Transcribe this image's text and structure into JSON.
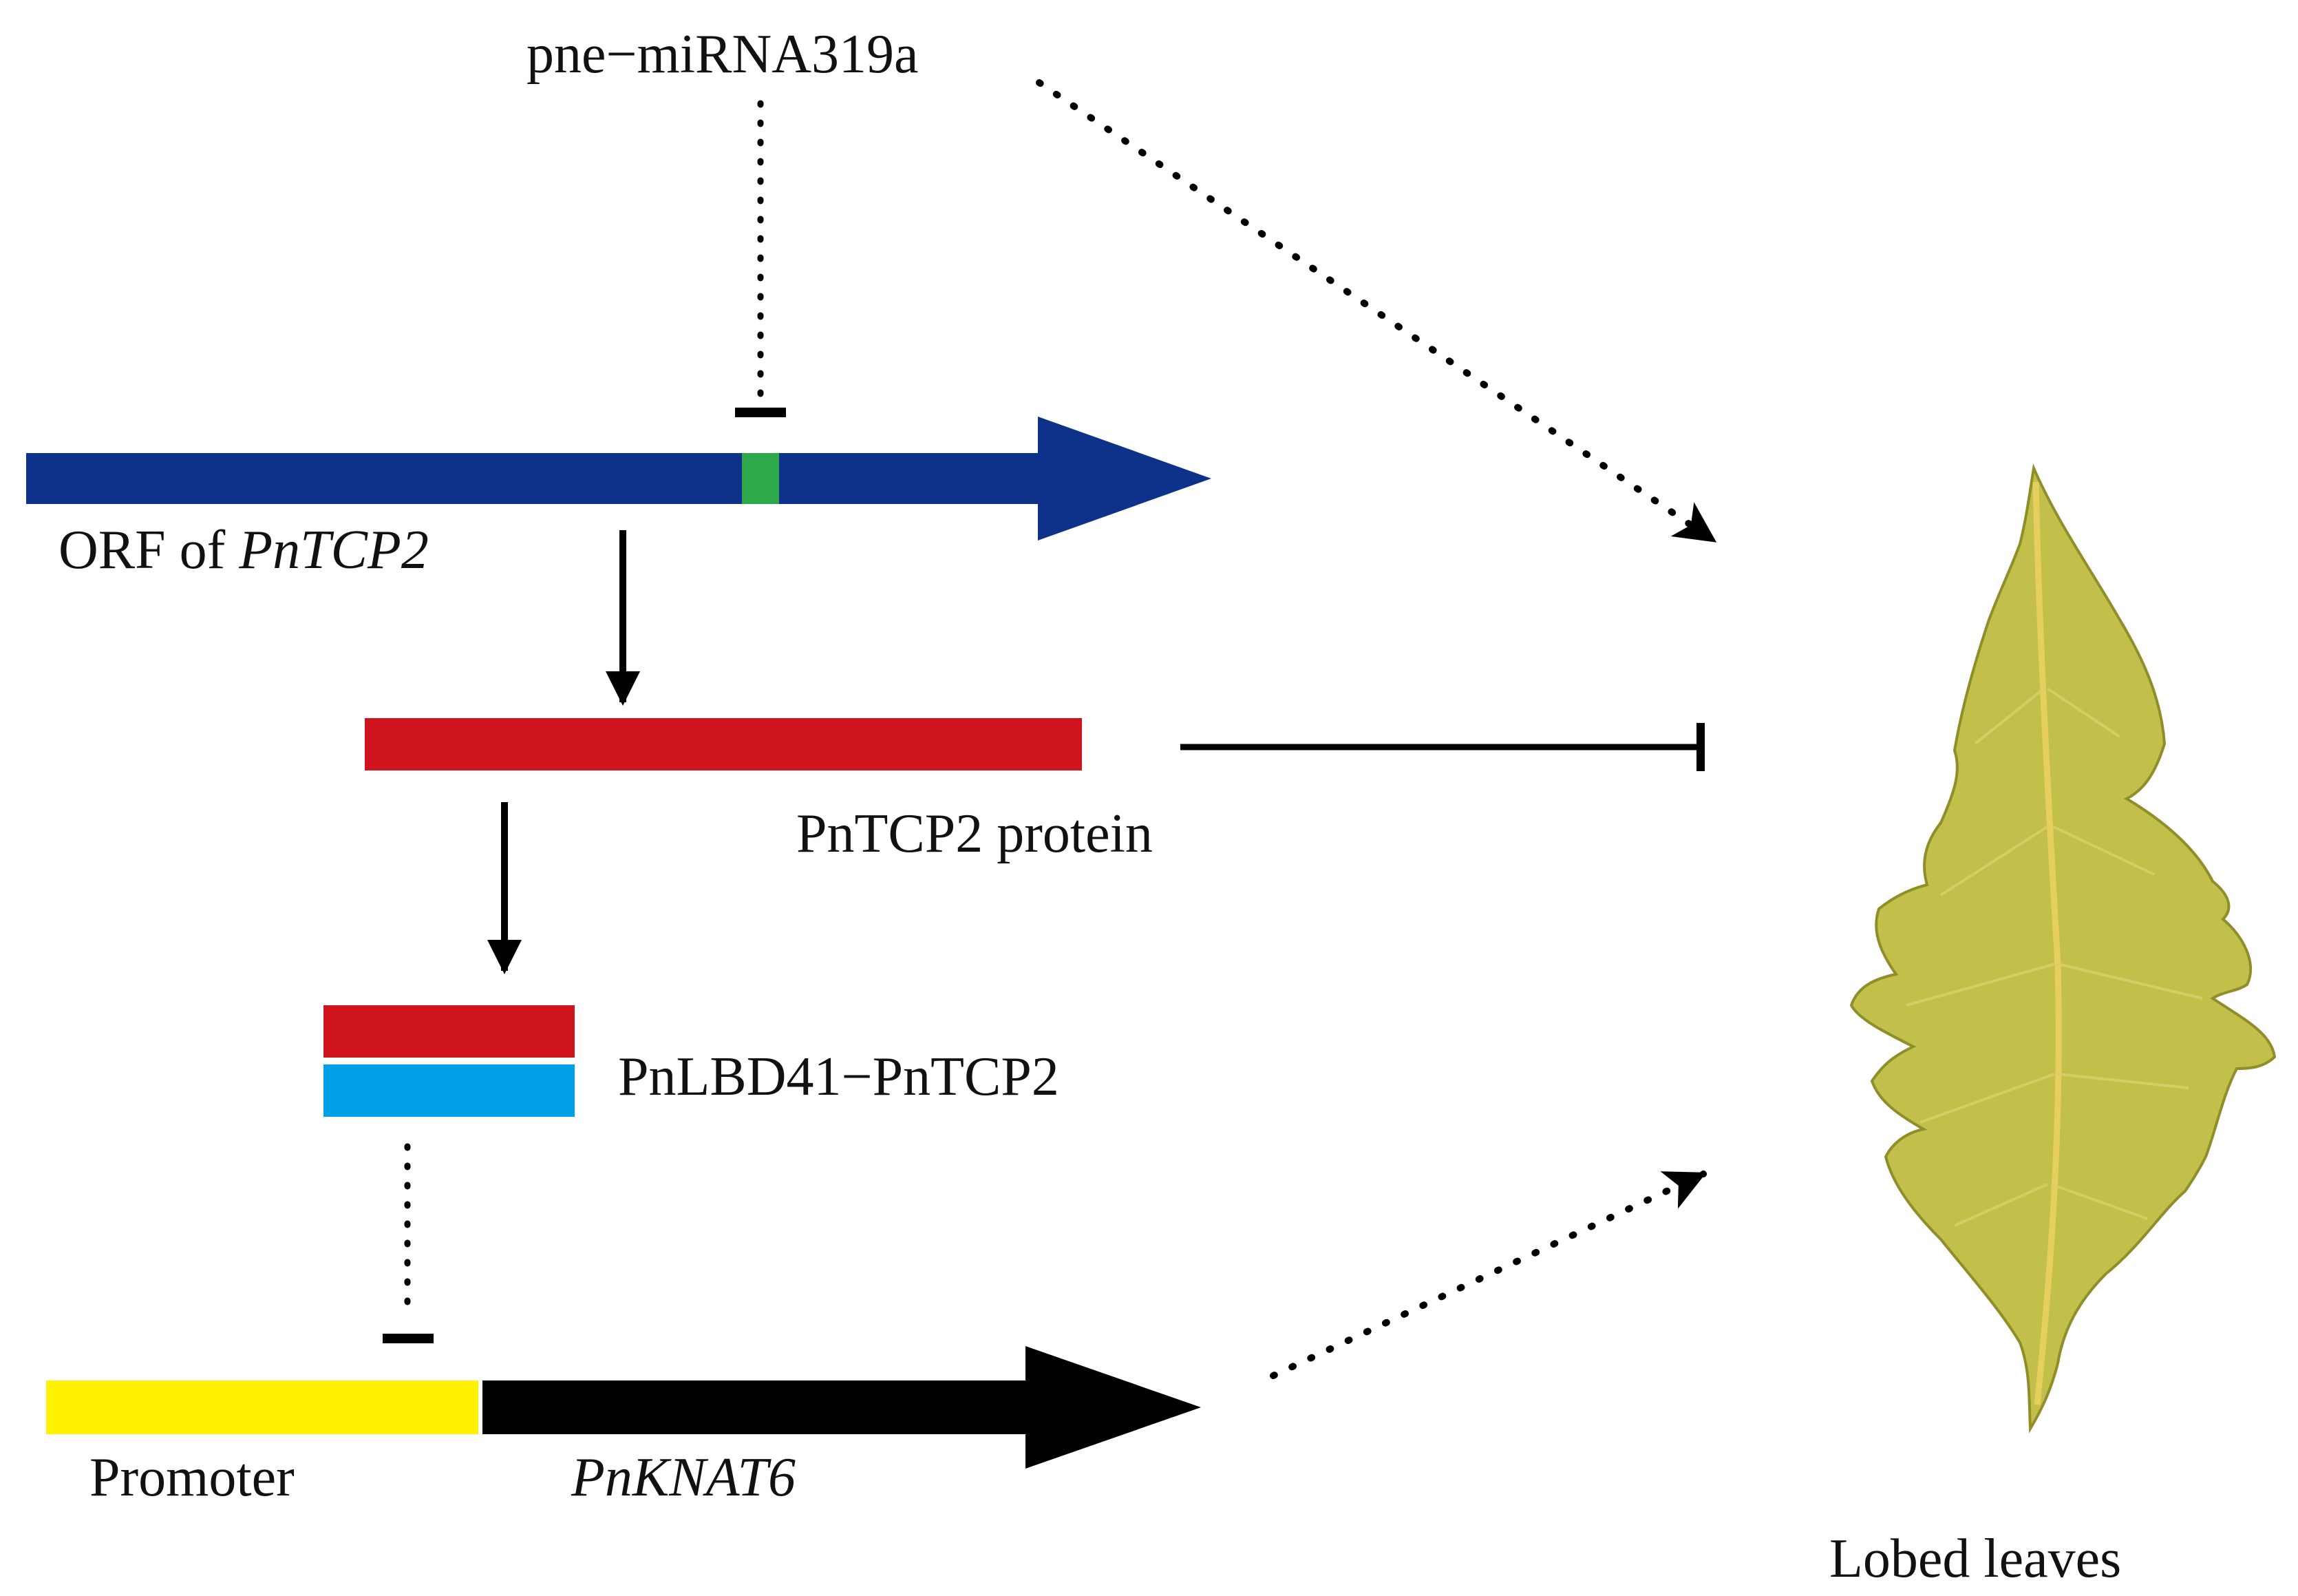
{
  "labels": {
    "mirna": "pne−miRNA319a",
    "orf_prefix": "ORF of ",
    "orf_gene": "PnTCP2",
    "protein": "PnTCP2 protein",
    "complex": "PnLBD41−PnTCP2",
    "promoter": "Promoter",
    "knat6": "PnKNAT6",
    "leaf": "Lobed leaves"
  },
  "colors": {
    "orf_gene": "#0e3189",
    "target_site": "#2da84a",
    "protein": "#d0141e",
    "lbd41": "#00a0e6",
    "promoter": "#fff200",
    "knat6_gene": "#000000",
    "leaf": "#c2c04a",
    "leaf_vein": "#e6cf5c"
  },
  "edges": [
    {
      "from": "pne-miRNA319a",
      "to": "PnTCP2 target site",
      "type": "repression",
      "style": "dotted"
    },
    {
      "from": "pne-miRNA319a",
      "to": "Lobed leaves",
      "type": "activation",
      "style": "dotted"
    },
    {
      "from": "ORF of PnTCP2",
      "to": "PnTCP2 protein",
      "type": "activation",
      "style": "solid"
    },
    {
      "from": "PnTCP2 protein",
      "to": "PnLBD41-PnTCP2",
      "type": "activation",
      "style": "solid"
    },
    {
      "from": "PnTCP2 protein",
      "to": "Lobed leaves",
      "type": "repression",
      "style": "solid"
    },
    {
      "from": "PnLBD41-PnTCP2",
      "to": "Promoter",
      "type": "repression",
      "style": "dotted"
    },
    {
      "from": "PnKNAT6",
      "to": "Lobed leaves",
      "type": "activation",
      "style": "dotted"
    }
  ]
}
